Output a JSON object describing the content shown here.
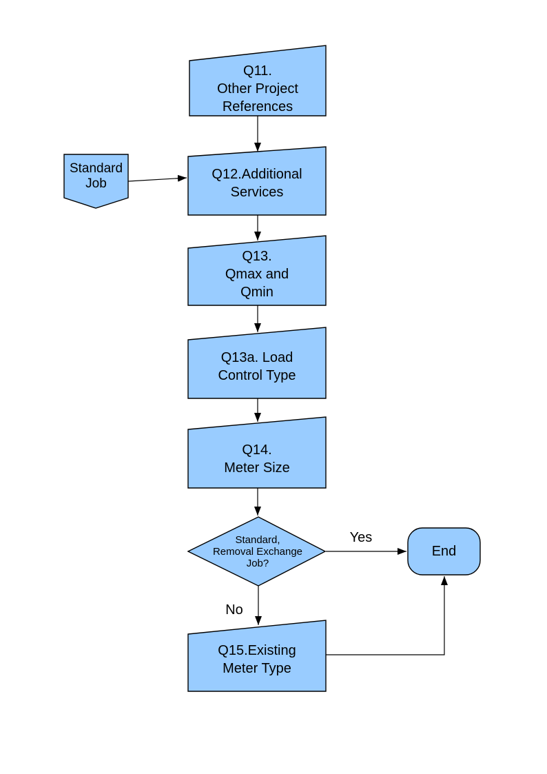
{
  "diagram": {
    "type": "flowchart",
    "background_color": "#ffffff",
    "node_fill_color": "#99CCFF",
    "node_border_color": "#000000",
    "connector_color": "#000000",
    "text_color": "#000000",
    "nodes": [
      {
        "id": "q11",
        "shape": "card",
        "label": "Q11.\nOther Project\nReferences"
      },
      {
        "id": "standard-job",
        "shape": "pentagon-down",
        "label": "Standard\nJob"
      },
      {
        "id": "q12",
        "shape": "card",
        "label": "Q12.Additional\nServices"
      },
      {
        "id": "q13",
        "shape": "card",
        "label": "Q13.\nQmax and\nQmin"
      },
      {
        "id": "q13a",
        "shape": "card",
        "label": "Q13a. Load\nControl Type"
      },
      {
        "id": "q14",
        "shape": "card",
        "label": "Q14.\nMeter Size"
      },
      {
        "id": "decision",
        "shape": "diamond",
        "label": "Standard,\nRemoval Exchange\nJob?"
      },
      {
        "id": "end",
        "shape": "terminator",
        "label": "End"
      },
      {
        "id": "q15",
        "shape": "card",
        "label": "Q15.Existing\nMeter Type"
      }
    ],
    "edges": [
      {
        "from": "q11",
        "to": "q12",
        "label": ""
      },
      {
        "from": "standard-job",
        "to": "q12",
        "label": ""
      },
      {
        "from": "q12",
        "to": "q13",
        "label": ""
      },
      {
        "from": "q13",
        "to": "q13a",
        "label": ""
      },
      {
        "from": "q13a",
        "to": "q14",
        "label": ""
      },
      {
        "from": "q14",
        "to": "decision",
        "label": ""
      },
      {
        "from": "decision",
        "to": "end",
        "label": "Yes"
      },
      {
        "from": "decision",
        "to": "q15",
        "label": "No"
      },
      {
        "from": "q15",
        "to": "end",
        "label": ""
      }
    ],
    "edge_labels": {
      "yes": "Yes",
      "no": "No"
    }
  }
}
